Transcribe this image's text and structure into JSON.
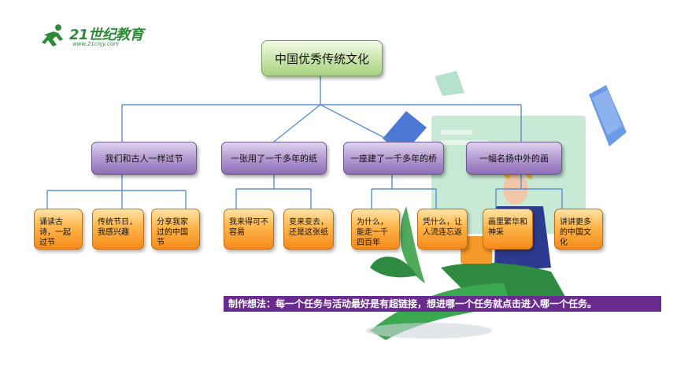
{
  "logo": {
    "brand": "21世纪教育",
    "url": "www.21cnjy.com"
  },
  "root": {
    "label": "中国优秀传统文化"
  },
  "branches": [
    {
      "label": "我们和古人一样过节",
      "leaves": [
        "诵读古诗，一起过节",
        "传统节日，我感兴趣",
        "分享我家过的中国节"
      ]
    },
    {
      "label": "一张用了一千多年的纸",
      "leaves": [
        "我来得可不容易",
        "变来变去，还是这张纸"
      ]
    },
    {
      "label": "一座建了一千多年的桥",
      "leaves": [
        "为什么，能走一千四百年",
        "凭什么，让人流连忘返"
      ]
    },
    {
      "label": "一幅名扬中外的画",
      "leaves": [
        "画里繁华和神采",
        "讲讲更多的中国文化"
      ]
    }
  ],
  "caption": "制作想法：每一个任务与活动最好是有超链接，想进哪一个任务就点击进入哪一个任务。",
  "colors": {
    "root": "#b5d98c",
    "branch": "#9b7fc4",
    "leaf": "#ff9f2e",
    "lines": "#5b8fd0",
    "caption_bg": "#6a2b8f"
  }
}
